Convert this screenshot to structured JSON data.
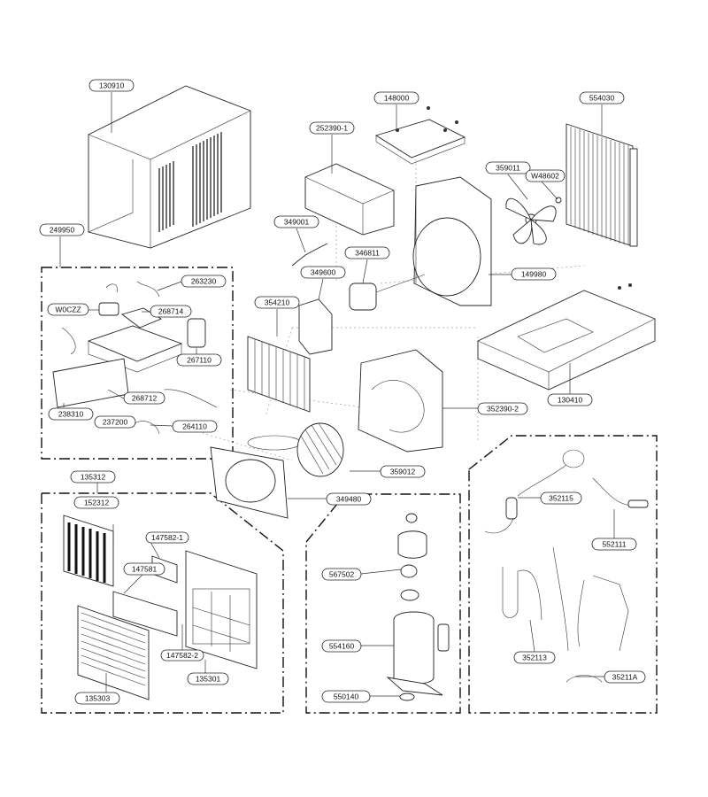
{
  "parts": {
    "p130910": "130910",
    "p148000": "148000",
    "p554030": "554030",
    "p252390_1": "252390-1",
    "p359011": "359011",
    "pW48602": "W48602",
    "p249950": "249950",
    "p349001": "349001",
    "p346811": "346811",
    "p263230": "263230",
    "p349600": "349600",
    "p149980": "149980",
    "pW0CZZ": "W0CZZ",
    "p268714": "268714",
    "p354210": "354210",
    "p267110": "267110",
    "p130410": "130410",
    "p268712": "268712",
    "p238310": "238310",
    "p352390_2": "352390-2",
    "p237200": "237200",
    "p264110": "264110",
    "p359012": "359012",
    "p135312": "135312",
    "p152312": "152312",
    "p349480": "349480",
    "p352115": "352115",
    "p147582_1": "147582-1",
    "p147581": "147581",
    "p552111": "552111",
    "p567502": "567502",
    "p554160": "554160",
    "p147582_2": "147582-2",
    "p352113": "352113",
    "p35211A": "35211A",
    "p135301": "135301",
    "p135303": "135303",
    "p550140": "550140"
  }
}
